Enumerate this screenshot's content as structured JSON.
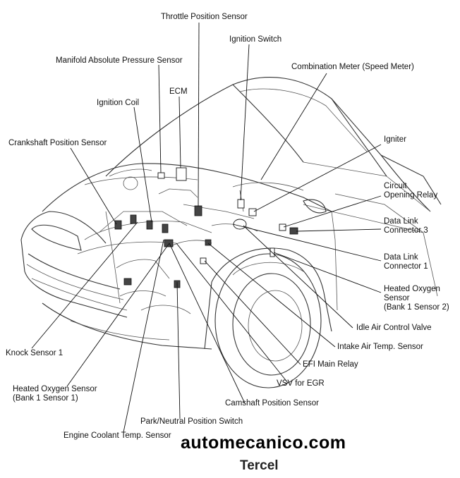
{
  "labels": {
    "throttle_position_sensor": "Throttle Position Sensor",
    "ignition_switch": "Ignition Switch",
    "manifold_absolute_pressure_sensor": "Manifold Absolute Pressure Sensor",
    "combination_meter": "Combination Meter (Speed Meter)",
    "ecm": "ECM",
    "ignition_coil": "Ignition Coil",
    "crankshaft_position_sensor": "Crankshaft Position Sensor",
    "igniter": "Igniter",
    "circuit_opening_relay": [
      "Circuit",
      "Opening Relay"
    ],
    "data_link_connector_3": [
      "Data Link",
      "Connector 3"
    ],
    "data_link_connector_1": [
      "Data Link",
      "Connector 1"
    ],
    "heated_oxygen_sensor_b1s2": [
      "Heated Oxygen",
      "Sensor",
      "(Bank 1 Sensor 2)"
    ],
    "idle_air_control_valve": "Idle Air Control Valve",
    "intake_air_temp_sensor": "Intake Air Temp. Sensor",
    "efi_main_relay": "EFI Main Relay",
    "vsv_for_egr": "VSV for EGR",
    "camshaft_position_sensor": "Camshaft Position Sensor",
    "park_neutral_position_switch": "Park/Neutral Position Switch",
    "engine_coolant_temp_sensor": "Engine Coolant Temp. Sensor",
    "knock_sensor_1": "Knock Sensor 1",
    "heated_oxygen_sensor_b1s1": [
      "Heated Oxygen Sensor",
      "(Bank 1 Sensor 1)"
    ]
  },
  "watermark": "automecanico.com",
  "model_name": "Tercel"
}
